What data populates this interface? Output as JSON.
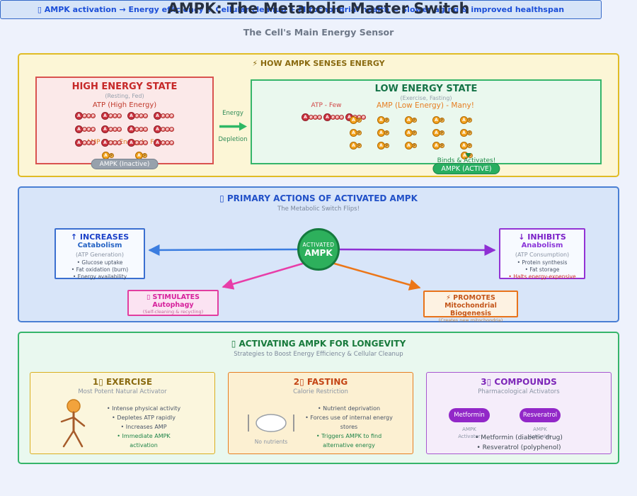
{
  "page": {
    "title": "AMPK: The Metabolic Master Switch",
    "subtitle": "The Cell's Main Energy Sensor"
  },
  "colors": {
    "panel1_border": "#e0bc25",
    "panel2_border": "#4a7fd4",
    "panel3_border": "#35b56a",
    "atp_red": "#cc3340",
    "amp_orange": "#f2a21d",
    "active_green": "#27ae60",
    "inactive_gray": "#97a1ac",
    "accent_blue": "#2251c8",
    "accent_purple": "#8e2fd4",
    "accent_pink": "#e83da8",
    "accent_orange": "#ec7618"
  },
  "sensing": {
    "header": "⚡ HOW AMPK SENSES ENERGY",
    "high": {
      "title": "HIGH ENERGY STATE",
      "subtitle": "(Resting, Fed)",
      "atp_label": "ATP (High Energy)",
      "amp_overlap_label": "AMP (Low Energy) - Few",
      "badge": "AMPK (Inactive)"
    },
    "transition": {
      "top": "Energy",
      "bottom": "Depletion"
    },
    "low": {
      "title": "LOW ENERGY STATE",
      "subtitle": "(Exercise, Fasting)",
      "atp_label": "ATP - Few",
      "amp_label": "AMP (Low Energy) - Many!",
      "binds_label": "Binds & Activates!",
      "badge": "AMPK (ACTIVE)"
    },
    "molecules": {
      "atp_letter": "A",
      "phosphate_letter": "P",
      "high_atp_rows": 3,
      "high_atp_per_row": 4,
      "high_amp_count": 2,
      "low_atp_count": 3,
      "low_amp_rows": 3,
      "low_amp_per_row": 5,
      "low_binding_amp_count": 1
    }
  },
  "actions": {
    "header": "▯ PRIMARY ACTIONS OF ACTIVATED AMPK",
    "subtitle": "The Metabolic Switch Flips!",
    "center": {
      "line1": "ACTIVATED",
      "line2": "AMPK"
    },
    "increases": {
      "title": "↑ INCREASES",
      "name": "Catabolism",
      "note": "(ATP Generation)",
      "bullets": [
        "• Glucose uptake",
        "• Fat oxidation (burn)",
        "• Energy availability"
      ]
    },
    "inhibits": {
      "title": "↓ INHIBITS",
      "name": "Anabolism",
      "note": "(ATP Consumption)",
      "bullets": [
        "• Protein synthesis",
        "• Fat storage"
      ],
      "warn_bullet": "• Halts energy-expensive"
    },
    "stimulates": {
      "title": "▯ STIMULATES",
      "name": "Autophagy",
      "note": "(Self-cleaning & recycling)"
    },
    "promotes": {
      "title": "⚡ PROMOTES",
      "name": "Mitochondrial Biogenesis",
      "note": "(Creates new mitochondria)"
    }
  },
  "longevity": {
    "header": "▯ ACTIVATING AMPK FOR LONGEVITY",
    "subtitle": "Strategies to Boost Energy Efficiency & Cellular Cleanup",
    "exercise": {
      "title": "1▯ EXERCISE",
      "subtitle": "Most Potent Natural Activator",
      "bullets": [
        "• Intense physical activity",
        "• Depletes ATP rapidly",
        "• Increases AMP"
      ],
      "highlight_bullet": "• Immediate AMPK activation"
    },
    "fasting": {
      "title": "2▯ FASTING",
      "subtitle": "Calorie Restriction",
      "plate_caption": "No nutrients",
      "bullets": [
        "• Nutrient deprivation",
        "• Forces use of internal energy stores"
      ],
      "highlight_bullet": "• Triggers AMPK to find alternative energy"
    },
    "compounds": {
      "title": "3▯ COMPOUNDS",
      "subtitle": "Pharmacological Activators",
      "pills": [
        "Metformin",
        "Resveratrol"
      ],
      "pill_caption_line1": "AMPK",
      "pill_caption_line2": "Activator",
      "bullets": [
        "• Metformin (diabetic drug)",
        "• Resveratrol (polyphenol)"
      ]
    }
  },
  "footer": {
    "text": "▯ AMPK activation → Energy efficiency + Cellular cleanup + Mitochondrial health = Slower aging & improved healthspan"
  }
}
